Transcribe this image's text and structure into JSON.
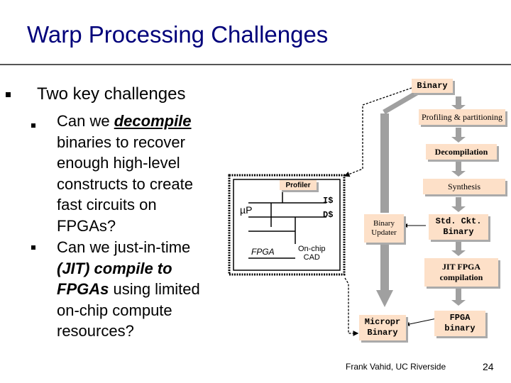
{
  "slide": {
    "title": "Warp Processing Challenges",
    "bullet": "Two key challenges",
    "sub1": {
      "lead": "Can we ",
      "emph": "decompile",
      "lines": [
        "binaries to recover",
        "enough high-level",
        "constructs to create",
        "fast circuits on",
        "FPGAs?"
      ]
    },
    "sub2": {
      "line1": "Can we just-in-time",
      "emph1": "(JIT) compile to",
      "emph2": "FPGAs",
      "rest2": " using limited",
      "lines": [
        "on-chip compute",
        "resources?"
      ]
    },
    "footer": "Frank Vahid, UC Riverside",
    "page": "24"
  },
  "diagram": {
    "binary": "Binary",
    "profiling": "Profiling & partitioning",
    "decompilation": "Decompilation",
    "synthesis": "Synthesis",
    "std_ckt_1": "Std. Ckt.",
    "std_ckt_2": "Binary",
    "jit_1": "JIT FPGA",
    "jit_2": "compilation",
    "fpga_bin_1": "FPGA",
    "fpga_bin_2": "binary",
    "micropr_1": "Micropr",
    "micropr_2": "Binary",
    "binary_updater_1": "Binary",
    "binary_updater_2": "Updater",
    "chip": {
      "profiler": "Profiler",
      "up": "µP",
      "icache": "I$",
      "dcache": "D$",
      "fpga": "FPGA",
      "onchip_1": "On-chip",
      "onchip_2": "CAD"
    }
  },
  "colors": {
    "title": "#00007a",
    "box_fill": "#fde0c8",
    "arrow_gray": "#a0a0a0"
  }
}
